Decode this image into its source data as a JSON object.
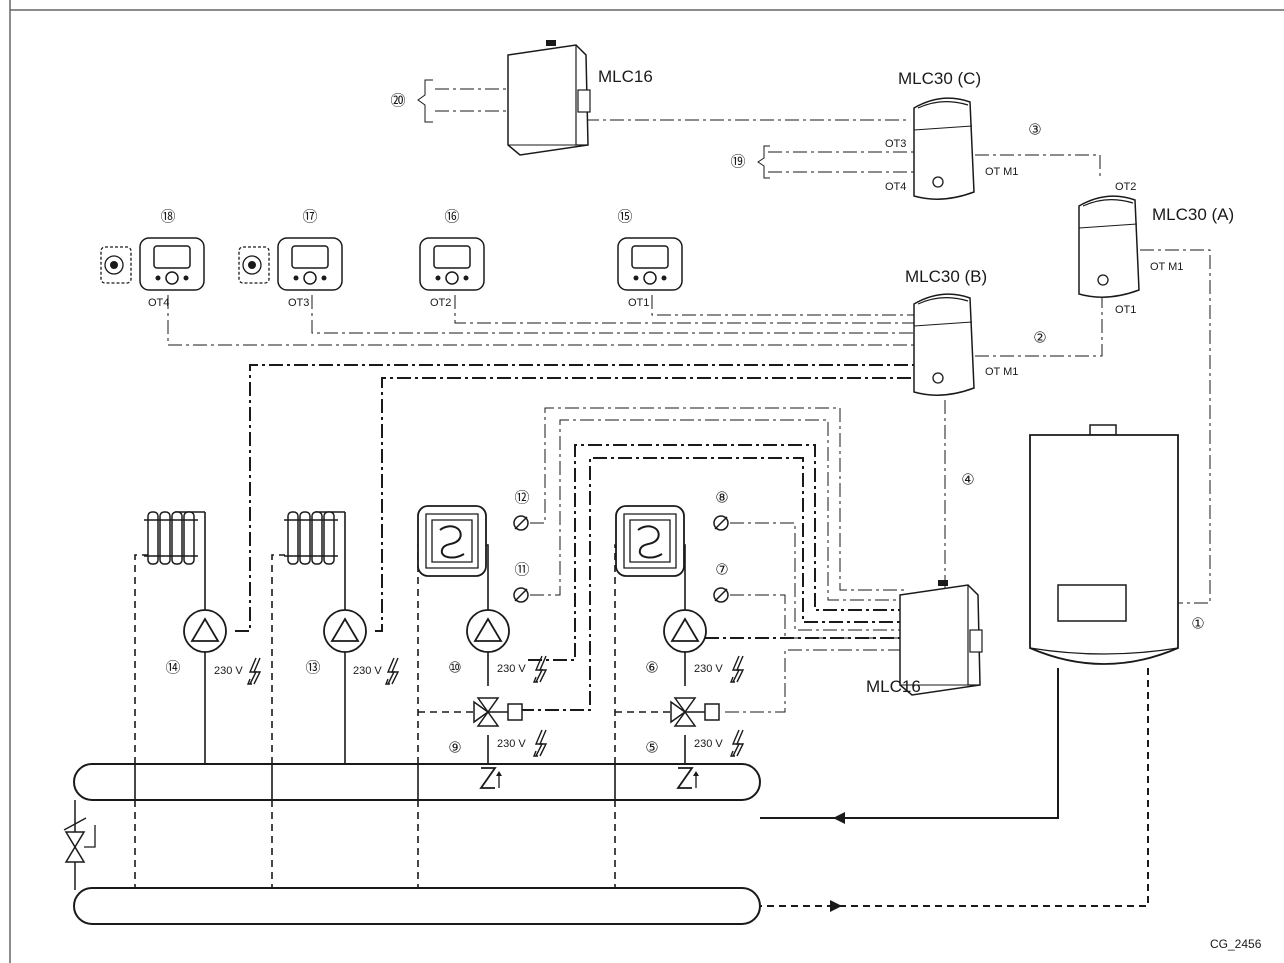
{
  "controllers": {
    "mlc16_top": "MLC16",
    "mlc16_bottom": "MLC16",
    "mlc30_a": "MLC30 (A)",
    "mlc30_b": "MLC30 (B)",
    "mlc30_c": "MLC30 (C)"
  },
  "ports": {
    "ot1": "OT1",
    "ot2": "OT2",
    "ot3": "OT3",
    "ot4": "OT4",
    "otm1": "OT M1"
  },
  "voltage": "230 V",
  "callouts": [
    "①",
    "②",
    "③",
    "④",
    "⑤",
    "⑥",
    "⑦",
    "⑧",
    "⑨",
    "⑩",
    "⑪",
    "⑫",
    "⑬",
    "⑭",
    "⑮",
    "⑯",
    "⑰",
    "⑱",
    "⑲",
    "⑳"
  ],
  "code": "CG_2456"
}
